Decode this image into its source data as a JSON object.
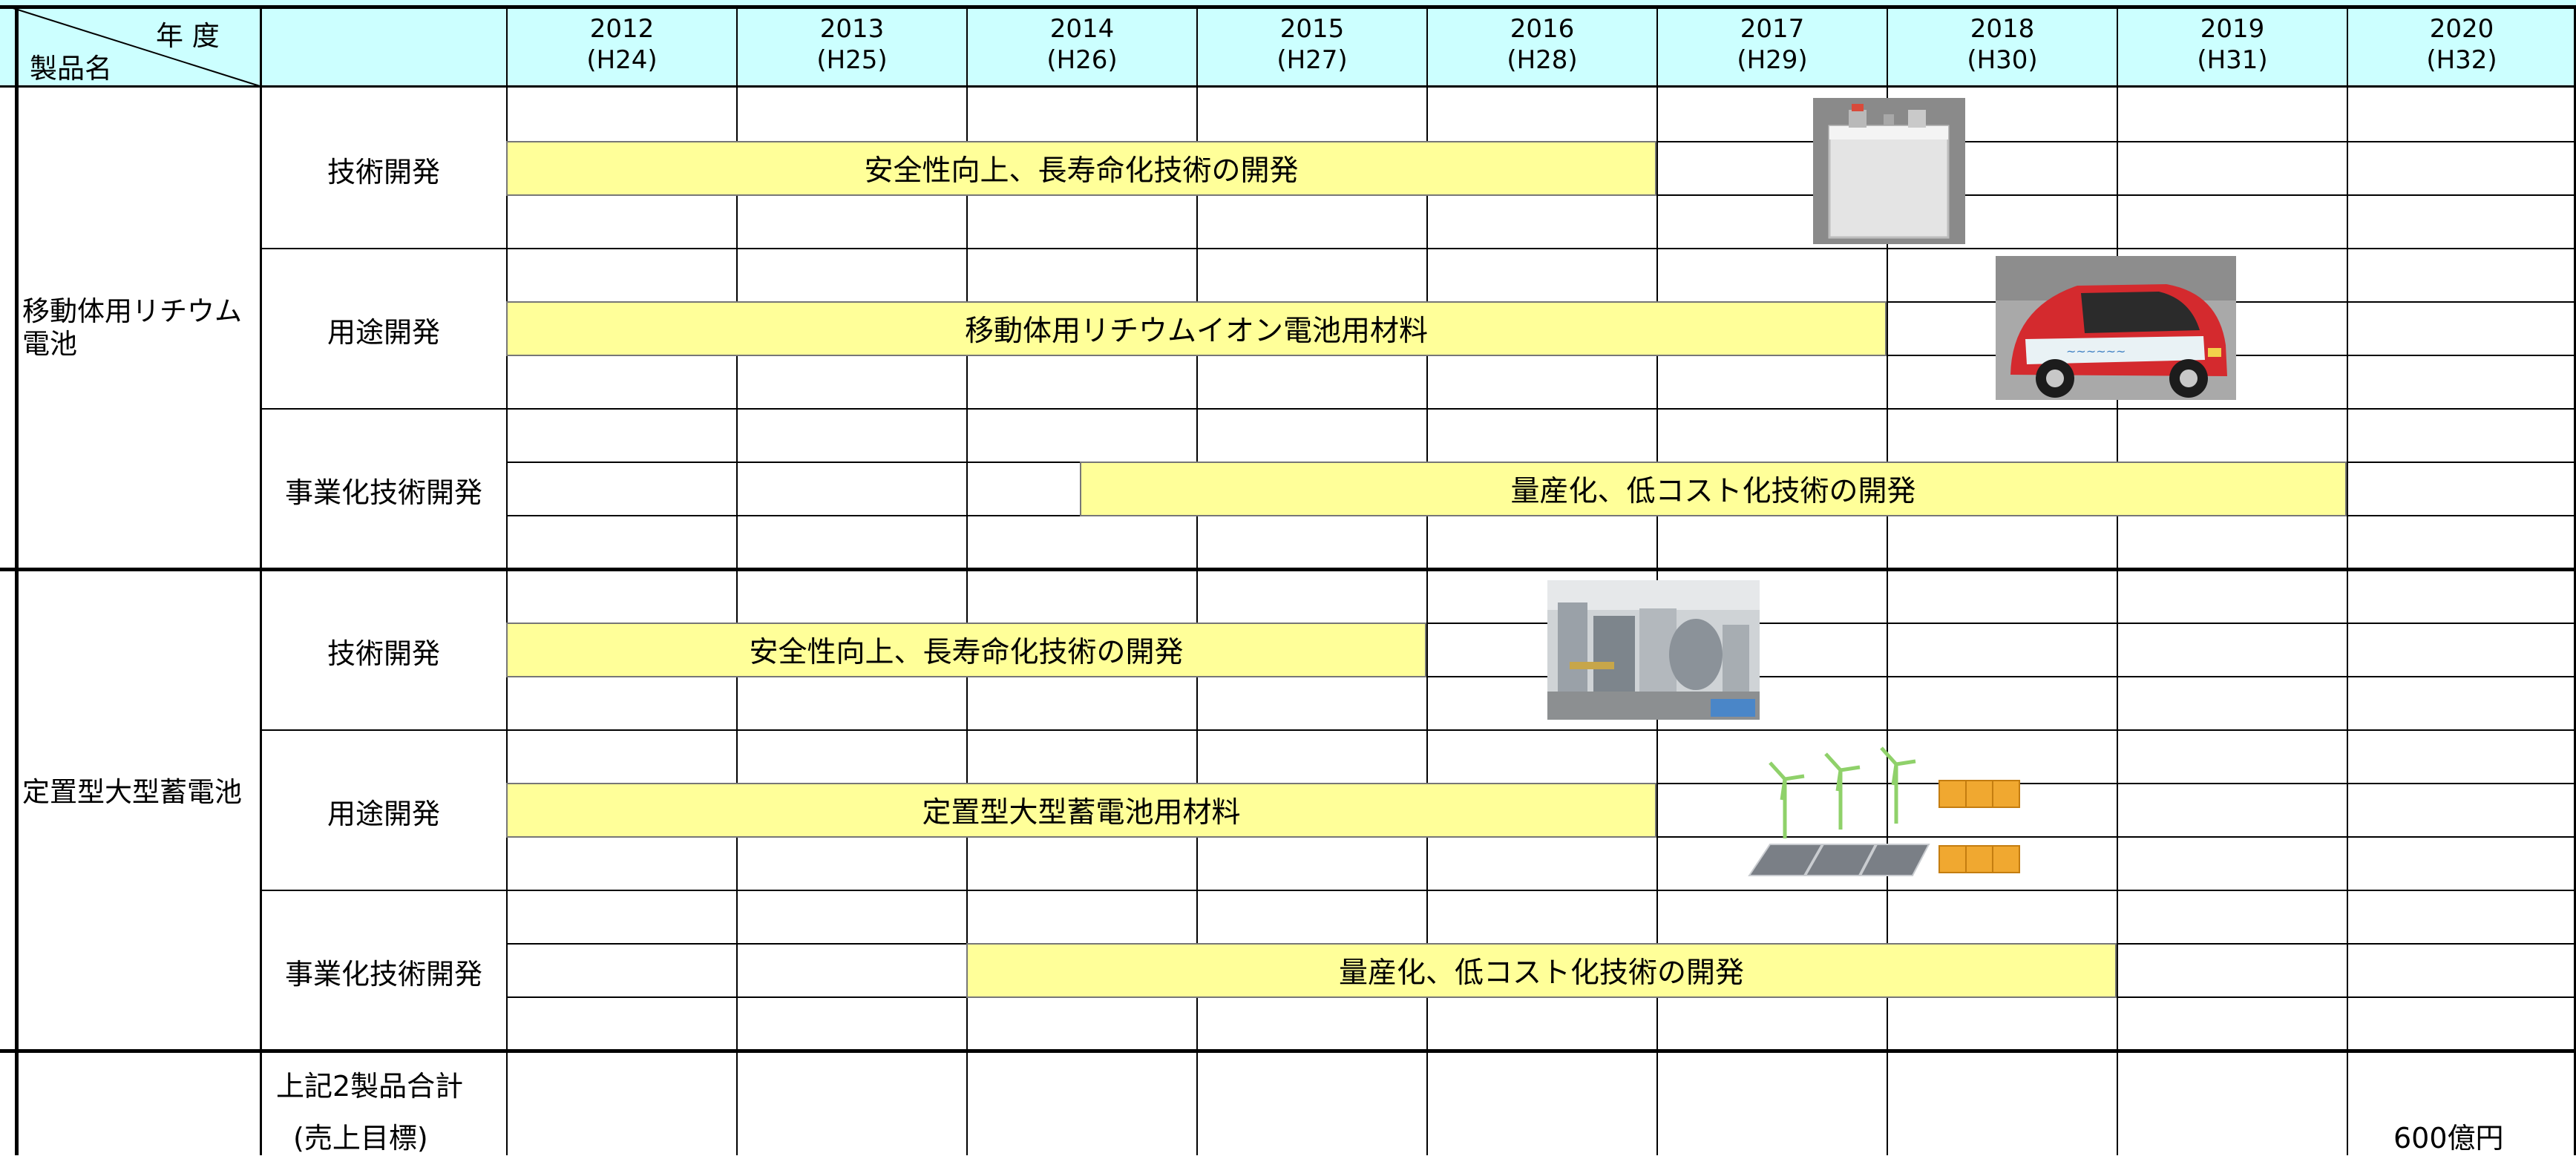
{
  "header": {
    "corner_top": "年 度",
    "corner_bottom": "製品名",
    "years": [
      {
        "year": "2012",
        "era": "(H24)"
      },
      {
        "year": "2013",
        "era": "(H25)"
      },
      {
        "year": "2014",
        "era": "(H26)"
      },
      {
        "year": "2015",
        "era": "(H27)"
      },
      {
        "year": "2016",
        "era": "(H28)"
      },
      {
        "year": "2017",
        "era": "(H29)"
      },
      {
        "year": "2018",
        "era": "(H30)"
      },
      {
        "year": "2019",
        "era": "(H31)"
      },
      {
        "year": "2020",
        "era": "(H32)"
      }
    ]
  },
  "products": [
    {
      "name": "移動体用リチウム電池",
      "rows": [
        {
          "label": "技術開発",
          "bar_text": "安全性向上、長寿命化技術の開発"
        },
        {
          "label": "用途開発",
          "bar_text": "移動体用リチウムイオン電池用材料"
        },
        {
          "label": "事業化技術開発",
          "bar_text": "量産化、低コスト化技術の開発"
        }
      ]
    },
    {
      "name": "定置型大型蓄電池",
      "rows": [
        {
          "label": "技術開発",
          "bar_text": "安全性向上、長寿命化技術の開発"
        },
        {
          "label": "用途開発",
          "bar_text": "定置型大型蓄電池用材料"
        },
        {
          "label": "事業化技術開発",
          "bar_text": "量産化、低コスト化技術の開発"
        }
      ]
    }
  ],
  "total": {
    "label_line1": "上記2製品合計",
    "label_line2": "(売上目標)",
    "target_2020": "600億円"
  },
  "colors": {
    "header_bg": "#ccffff",
    "bar_fill": "#ffff99",
    "car_body": "#d42a2e",
    "turbine": "#8fd16a",
    "battery_pack": "#f0a830"
  }
}
